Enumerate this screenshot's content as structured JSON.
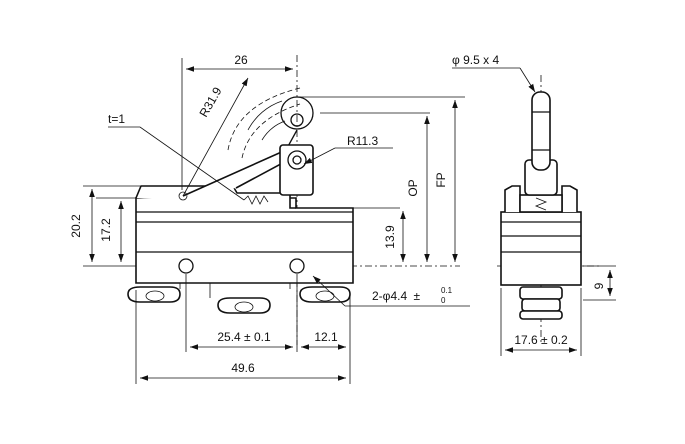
{
  "dimensions": {
    "top_width": "26",
    "thickness": "t=1",
    "lever_radius": "R31.9",
    "roller_radius": "R11.3",
    "operating_position": "OP",
    "free_position": "FP",
    "left_outer_height": "20.2",
    "left_inner_height": "17.2",
    "mount_height": "13.9",
    "hole_pitch": "25.4 ± 0.1",
    "hole_offset": "12.1",
    "body_length": "49.6",
    "holes_main": "2-φ4.4",
    "holes_tol_upper": "0.1",
    "holes_tol_lower": "0",
    "roller_spec": "φ 9.5 x 4",
    "side_height": "9",
    "side_width": "17.6 ± 0.2"
  }
}
